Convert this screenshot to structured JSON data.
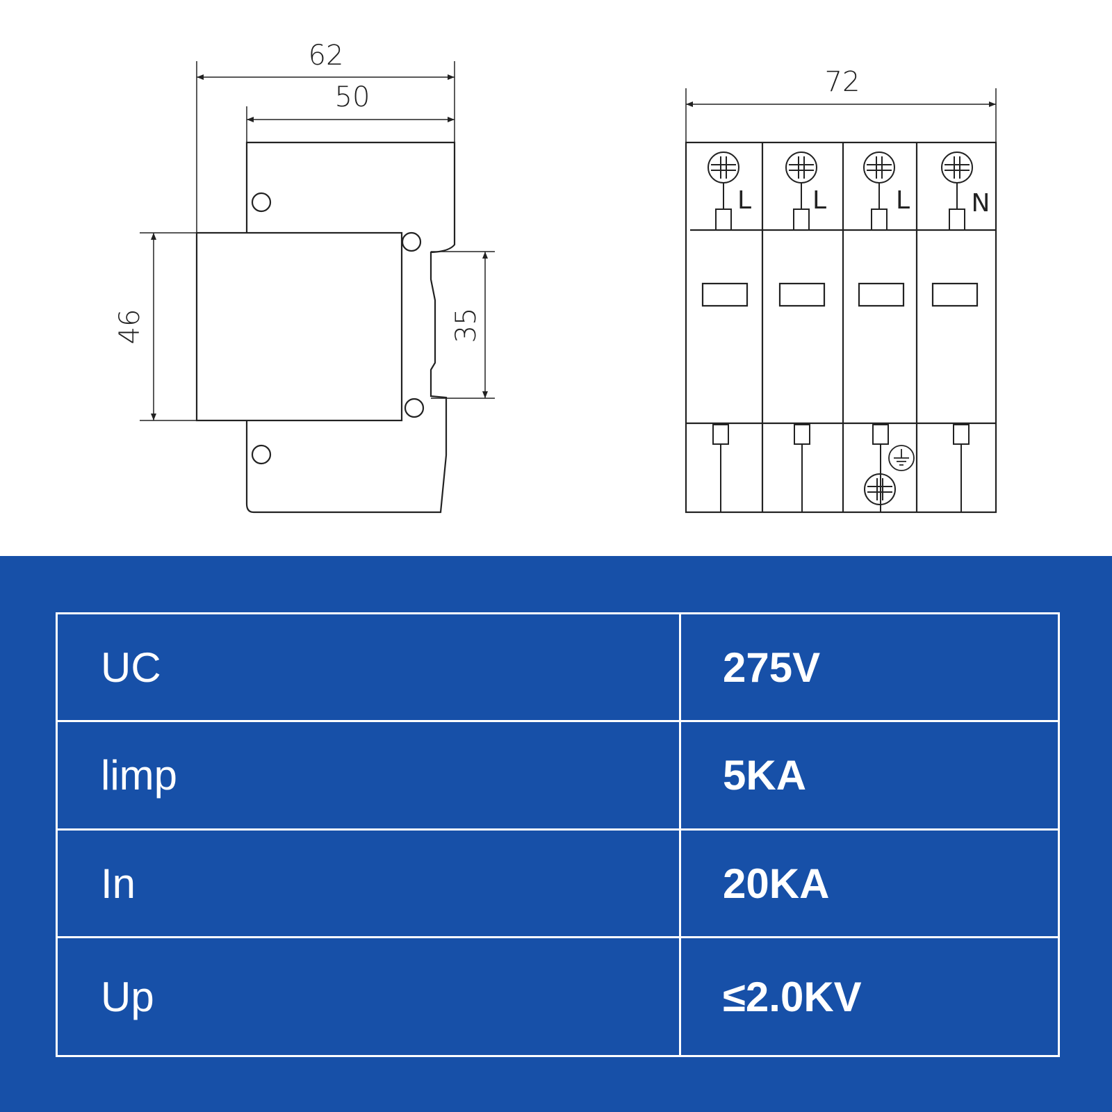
{
  "side_view": {
    "dim_total_width": "62",
    "dim_body_width": "50",
    "dim_front_height": "46",
    "dim_rail_height": "35"
  },
  "front_view": {
    "dim_width": "72",
    "terminal_labels": [
      "L",
      "L",
      "L",
      "N"
    ]
  },
  "specs": {
    "rows": [
      {
        "param": "UC",
        "value": "275V"
      },
      {
        "param": "limp",
        "value": "5KA"
      },
      {
        "param": "In",
        "value": "20KA"
      },
      {
        "param": "Up",
        "value": "≤2.0KV"
      }
    ]
  },
  "colors": {
    "panel_bg": "#1750a8",
    "text_on_panel": "#ffffff",
    "drawing_line": "#222222"
  }
}
